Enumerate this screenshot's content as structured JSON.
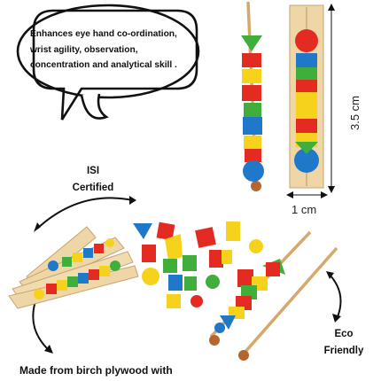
{
  "callout": {
    "lines": [
      "Enhances eye hand co-ordination,",
      "wrist agility, observation,",
      "concentration and analytical skill ."
    ]
  },
  "labels": {
    "isi_line1": "ISI",
    "isi_line2": "Certified",
    "eco_line1": "Eco",
    "eco_line2": "Friendly",
    "height": "3.5 cm",
    "width": "1 cm",
    "bottom_caption": "Made from birch plywood with"
  },
  "colors": {
    "red": "#e32b22",
    "yellow": "#f6d21c",
    "green": "#3fae3a",
    "blue": "#1f78c8",
    "wood": "#efd6a6",
    "stick": "#d7a86b"
  }
}
